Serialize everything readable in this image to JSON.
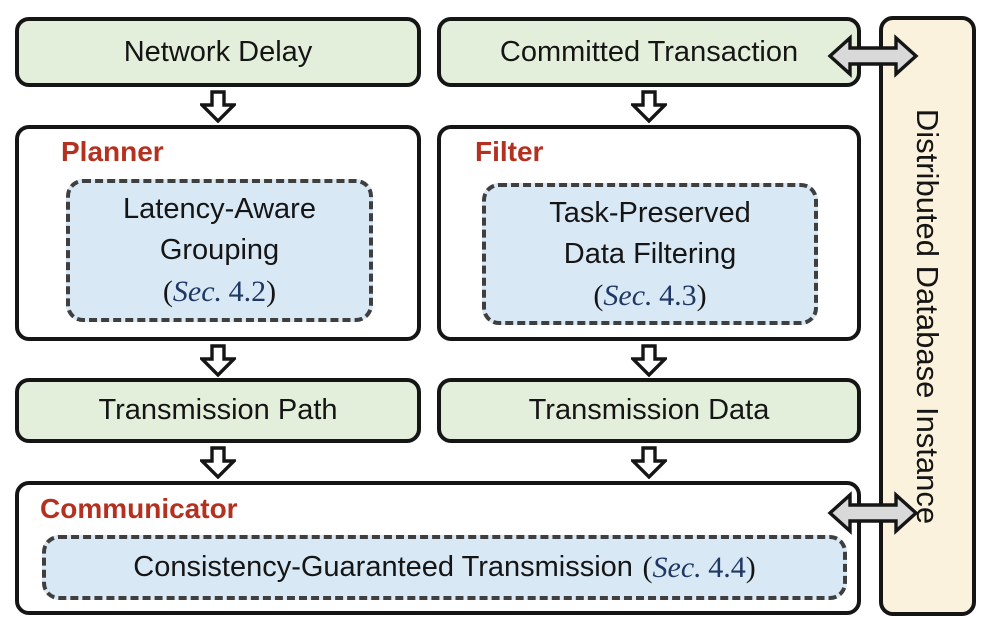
{
  "colors": {
    "box-green": "#e3efda",
    "box-blue": "#d8e8f5",
    "band-cream": "#faf2dc",
    "label-red": "#b43120",
    "sec-navy": "#1f3864",
    "arrow-gray": "#d9d9d9",
    "line-black": "#151515",
    "dash-gray": "#3f3f3f"
  },
  "flow": {
    "network_delay": "Network Delay",
    "committed_transaction": "Committed Transaction",
    "transmission_path": "Transmission Path",
    "transmission_data": "Transmission Data"
  },
  "modules": {
    "planner": {
      "label": "Planner",
      "line1": "Latency-Aware",
      "line2": "Grouping",
      "sec_open": "(",
      "sec_label": "Sec.",
      "sec_value": "4.2",
      "sec_close": ")"
    },
    "filter": {
      "label": "Filter",
      "line1": "Task-Preserved",
      "line2": "Data Filtering",
      "sec_open": "(",
      "sec_label": "Sec.",
      "sec_value": "4.3",
      "sec_close": ")"
    },
    "communicator": {
      "label": "Communicator",
      "line1": "Consistency-Guaranteed Transmission",
      "sec_open": "(",
      "sec_label": "Sec.",
      "sec_value": "4.4",
      "sec_close": ")"
    }
  },
  "database": {
    "label": "Distributed Database Instance"
  }
}
